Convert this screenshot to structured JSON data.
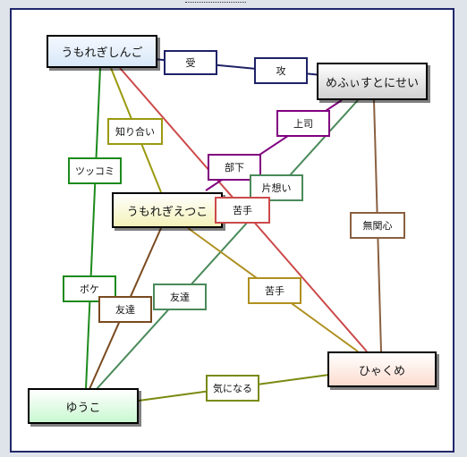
{
  "header_link_text": "",
  "nodes": {
    "umorezi_shingo": "うもれぎしんご",
    "mefuisuto_nisei": "めふぃすとにせい",
    "umoregi_etsuko": "うもれぎえつこ",
    "yuuko": "ゆうこ",
    "hyakume": "ひゃくめ"
  },
  "labels": {
    "uke": "受",
    "seme": "攻",
    "shiriai": "知り合い",
    "joushi": "上司",
    "tsukkomi": "ツッコミ",
    "buka": "部下",
    "kataomoi": "片想い",
    "nigate1": "苦手",
    "mukanshin": "無関心",
    "boke": "ボケ",
    "tomodachi1": "友達",
    "tomodachi2": "友達",
    "nigate2": "苦手",
    "kininaru": "気になる"
  },
  "colors": {
    "navy": "#1e2266",
    "olive": "#9a9a10",
    "red": "#cc4a4a",
    "green": "#1c8a1c",
    "purple": "#800080",
    "sea_green": "#4a8a5a",
    "brown": "#7a4a20",
    "tan": "#8a6040",
    "olive_drab": "#7a8a10",
    "gold": "#b09020"
  }
}
